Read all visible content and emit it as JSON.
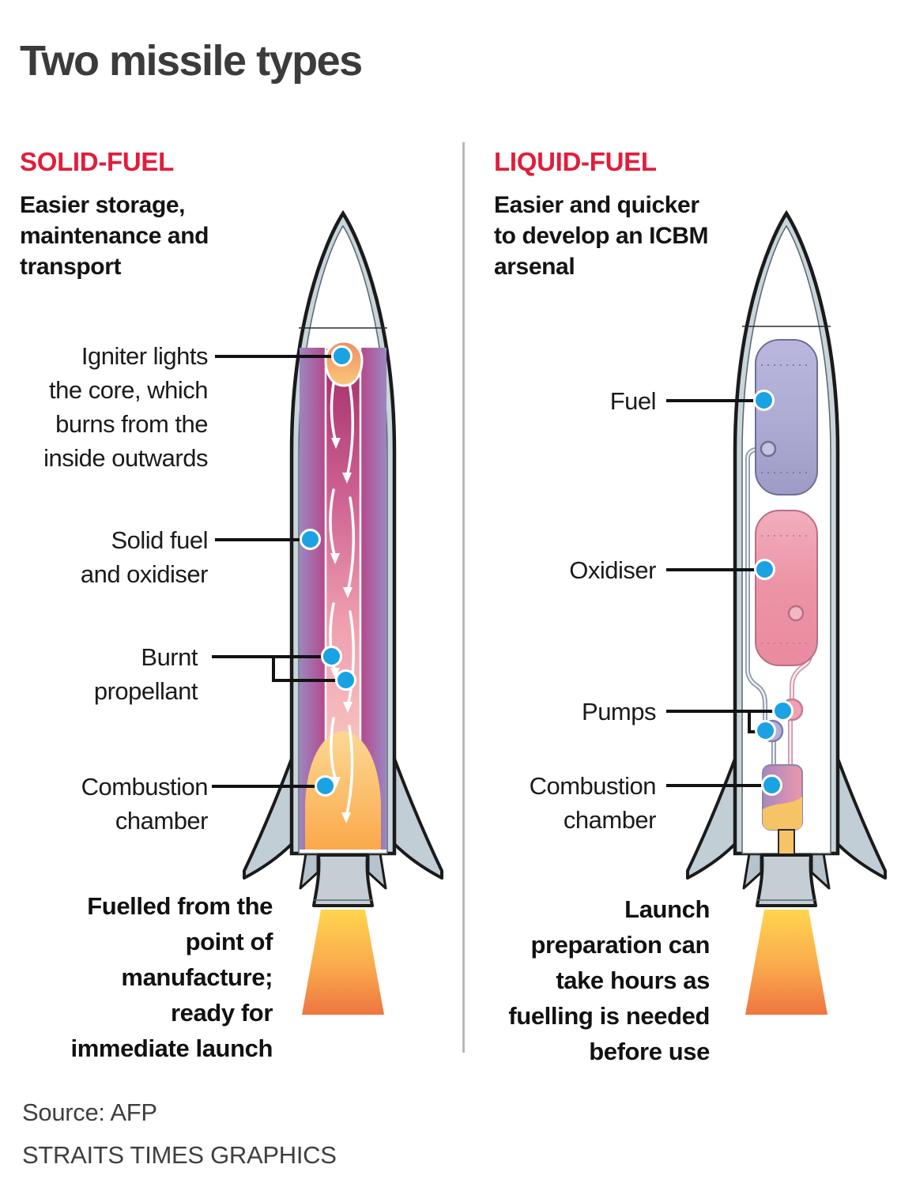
{
  "title": "Two missile types",
  "solid": {
    "heading": "SOLID-FUEL",
    "subtitle": [
      "Easier storage,",
      "maintenance and",
      "transport"
    ],
    "labels": {
      "igniter": [
        "Igniter lights",
        "the core, which",
        "burns from the",
        "inside outwards"
      ],
      "fuel": [
        "Solid fuel",
        "and oxidiser"
      ],
      "burnt": [
        "Burnt",
        "propellant"
      ],
      "combustion": [
        "Combustion",
        "chamber"
      ]
    },
    "note": [
      "Fuelled from the",
      "point of",
      "manufacture;",
      "ready for",
      "immediate launch"
    ]
  },
  "liquid": {
    "heading": "LIQUID-FUEL",
    "subtitle": [
      "Easier and quicker",
      "to develop an ICBM",
      "arsenal"
    ],
    "labels": {
      "fuel": "Fuel",
      "oxidiser": "Oxidiser",
      "pumps": "Pumps",
      "combustion": [
        "Combustion",
        "chamber"
      ]
    },
    "note": [
      "Launch",
      "preparation can",
      "take hours as",
      "fuelling is needed",
      "before use"
    ]
  },
  "footer": {
    "source": "Source: AFP",
    "credit": "STRAITS TIMES GRAPHICS"
  },
  "colors": {
    "accent_red": "#e11d3b",
    "callout_blue": "#1ba2e3",
    "title_gray": "#3b3b3b",
    "text_black": "#161616",
    "divider_gray": "#b9b9b9",
    "hull_gray": "#c9d5da",
    "fin_gray": "#c2ced6",
    "flame_yellow": "#ffd44f",
    "flame_orange": "#ee7540",
    "solid_fuel_purple": "#9c86c1",
    "solid_core_magenta": "#a82d6d",
    "igniter_orange": "#f3a86e",
    "liquid_fuel_lavender": "#aeacd4",
    "oxidiser_pink": "#ec93a6",
    "chamber_yellow": "#f7c367"
  }
}
